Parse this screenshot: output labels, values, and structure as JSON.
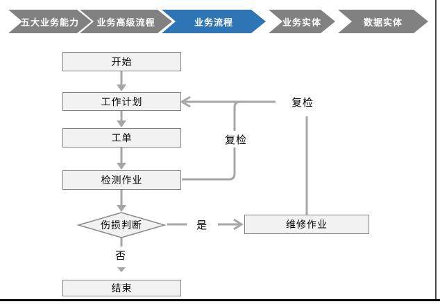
{
  "nav": {
    "steps": [
      {
        "label": "五大业务能力",
        "state": "inactive"
      },
      {
        "label": "业务高级流程",
        "state": "inactive"
      },
      {
        "label": "业务流程",
        "state": "active"
      },
      {
        "label": "业务实体",
        "state": "inactive"
      },
      {
        "label": "数据实体",
        "state": "inactive"
      }
    ]
  },
  "flowchart": {
    "nodes": {
      "start": {
        "label": "开始",
        "shape": "rect"
      },
      "work_plan": {
        "label": "工作计划",
        "shape": "rect"
      },
      "work_order": {
        "label": "工单",
        "shape": "rect"
      },
      "inspection": {
        "label": "检测作业",
        "shape": "rect"
      },
      "damage_decision": {
        "label": "伤损判断",
        "shape": "diamond"
      },
      "repair": {
        "label": "维修作业",
        "shape": "rect"
      },
      "end": {
        "label": "结束",
        "shape": "rect"
      }
    },
    "edge_labels": {
      "recheck_inner": "复检",
      "recheck_outer": "复检",
      "yes": "是",
      "no": "否"
    }
  },
  "colors": {
    "active_step_blue": "#2E75B6",
    "step_gray": "#818181",
    "node_fill": "#F2F2F2",
    "node_border": "#7F7F7F",
    "connector_gray": "#A6A6A6"
  }
}
